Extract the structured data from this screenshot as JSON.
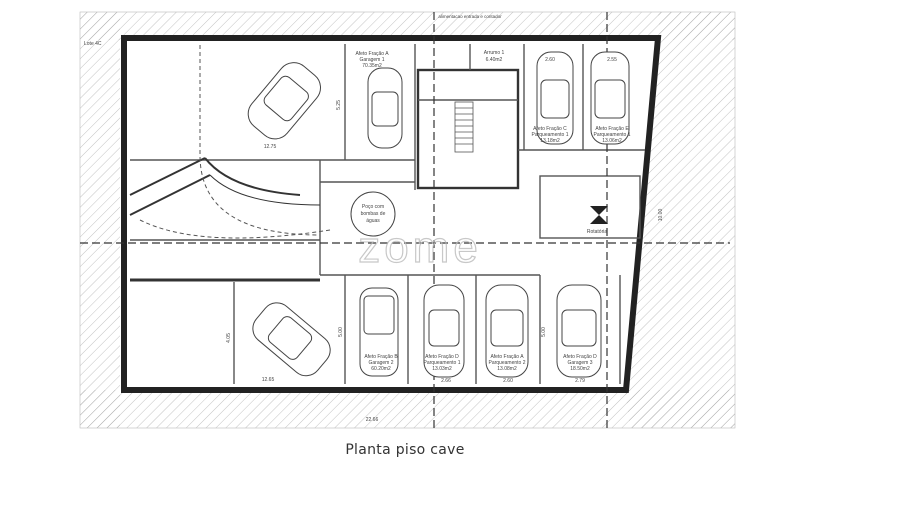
{
  "caption": "Planta piso cave",
  "watermark": "zome",
  "labels": {
    "lote": "Lote 4C",
    "dim_top_mid": "12.75",
    "dim_right": "10.00",
    "dim_bottom": "22.66",
    "dim_vert_a": "5.25",
    "dim_vert_b": "4.05",
    "dim_vert_c": "5.00",
    "dim_vert_d": "5.00",
    "dim_width_1": "2.60",
    "dim_width_2": "2.55",
    "dim_width_3": "2.66",
    "dim_width_4": "2.60",
    "dim_width_5": "2.79",
    "dim_bottom_left": "12.65",
    "top_note": "alimentacao entrada e contador",
    "store": [
      "Arrumo 1",
      "6.40m2"
    ],
    "garage_a": [
      "Afeto Fração A",
      "Garagem 1",
      "70.35m2"
    ],
    "park_a1": [
      "Afeto Fração C",
      "Parqueamento 1",
      "13.18m2"
    ],
    "park_a2": [
      "Afeto Fração E",
      "Parqueamento 1",
      "13.06m2"
    ],
    "garage_b": [
      "Afeto Fração B",
      "Garagem 2",
      "60.20m2"
    ],
    "park_b1": [
      "Afeto Fração D",
      "Parqueamento 1",
      "13.03m2"
    ],
    "park_b2": [
      "Afeto Fração A",
      "Parqueamento 2",
      "13.08m2"
    ],
    "garage_c": [
      "Afeto Fração D",
      "Garagem 3",
      "18.50m2"
    ],
    "pump": [
      "Poço com",
      "bombas de",
      "águas"
    ],
    "rotator": "Rotatória"
  }
}
